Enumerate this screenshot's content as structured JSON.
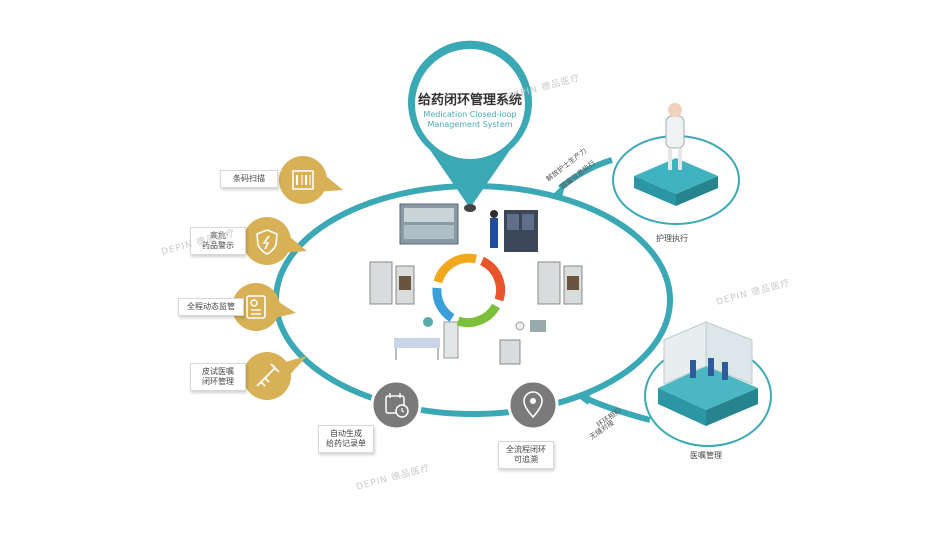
{
  "center": {
    "title": "给药闭环管理系统",
    "subtitle_en_line1": "Medication Closed-loop",
    "subtitle_en_line2": "Management System"
  },
  "left_labels": [
    {
      "text": "条码扫描",
      "icon": "barcode-icon"
    },
    {
      "text": "高危\n药品警示",
      "line1": "高危",
      "line2": "药品警示",
      "icon": "shield-alert-icon"
    },
    {
      "text": "全程动态监管",
      "icon": "id-card-icon"
    },
    {
      "text": "皮试医嘱\n闭环管理",
      "line1": "皮试医嘱",
      "line2": "闭环管理",
      "icon": "syringe-icon"
    }
  ],
  "bottom_labels": [
    {
      "line1": "自动生成",
      "line2": "给药记录单",
      "icon": "calendar-clock-icon"
    },
    {
      "line1": "全流程闭环",
      "line2": "可追溯",
      "icon": "location-pin-icon"
    }
  ],
  "right_nodes": {
    "nursing": {
      "caption": "护理执行",
      "arrow_line1": "解放护士生产力",
      "arrow_line2": "甜蜜信息执行"
    },
    "orders": {
      "caption": "医嘱管理",
      "arrow_line1": "环环相扣",
      "arrow_line2": "无缝对接"
    }
  },
  "watermark": "DEPIN 德品医疗",
  "colors": {
    "teal": "#3aa8b5",
    "gold": "#d8b055",
    "gray_circle": "#6f6f6f"
  }
}
